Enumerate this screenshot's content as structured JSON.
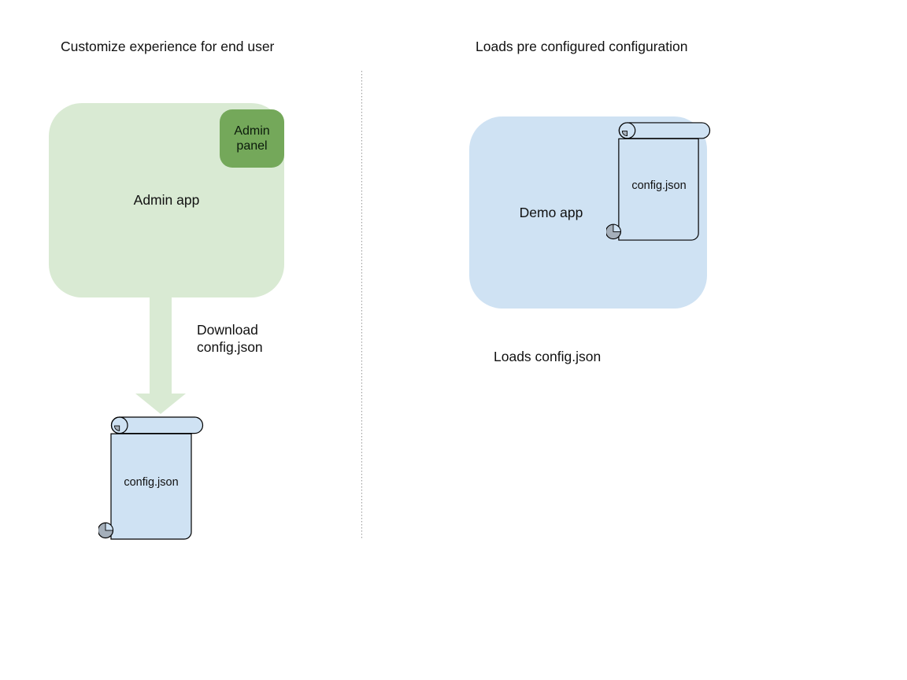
{
  "colors": {
    "green_light": "#d9ead3",
    "green_dark": "#74a85a",
    "blue_light": "#cfe2f3",
    "gray_curl": "#a5afba",
    "divider_gray": "#999999",
    "stroke": "#000000"
  },
  "left": {
    "title": "Customize experience for end user",
    "admin_app_label": "Admin app",
    "admin_panel_label": "Admin panel",
    "download_label": "Download\nconfig.json",
    "config_file_label": "config.json"
  },
  "right": {
    "title": "Loads pre configured configuration",
    "demo_app_label": "Demo app",
    "config_file_label": "config.json",
    "caption": "Loads config.json"
  }
}
